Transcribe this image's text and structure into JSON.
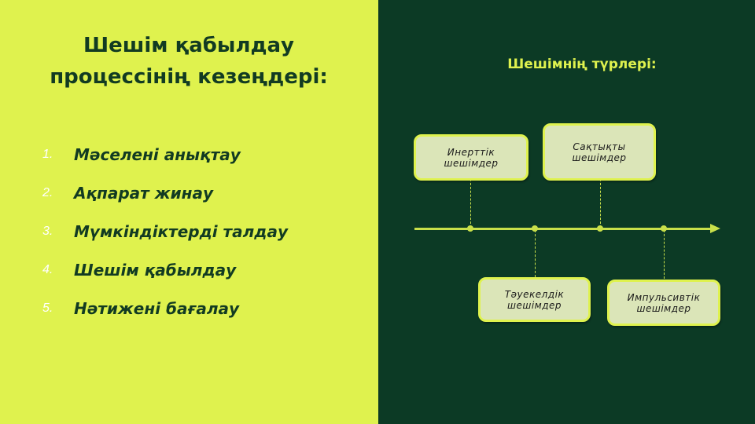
{
  "left_panel": {
    "title_line1": "Шешім қабылдау",
    "title_line2": "процессінің кезеңдері:",
    "steps": [
      {
        "number": "1.",
        "label": "Мәселені анықтау"
      },
      {
        "number": "2.",
        "label": "Ақпарат жинау"
      },
      {
        "number": "3.",
        "label": "Мүмкіндіктерді талдау"
      },
      {
        "number": "4.",
        "label": "Шешім қабылдау"
      },
      {
        "number": "5.",
        "label": "Нәтижені бағалау"
      }
    ]
  },
  "right_panel": {
    "subtitle": "Шешімнің түрлері:",
    "decision_types": [
      {
        "line1": "Инерттік",
        "line2": "шешімдер"
      },
      {
        "line1": "Сақтықты",
        "line2": "шешімдер"
      },
      {
        "line1": "Тәуекелдік",
        "line2": "шешімдер"
      },
      {
        "line1": "Импульсивтік",
        "line2": "шешімдер"
      }
    ]
  },
  "colors": {
    "left_background": "#dff24e",
    "right_background": "#0c3a25",
    "dark_text": "#123b22",
    "accent": "#dff24e",
    "box_fill": "#dbe5b8"
  }
}
